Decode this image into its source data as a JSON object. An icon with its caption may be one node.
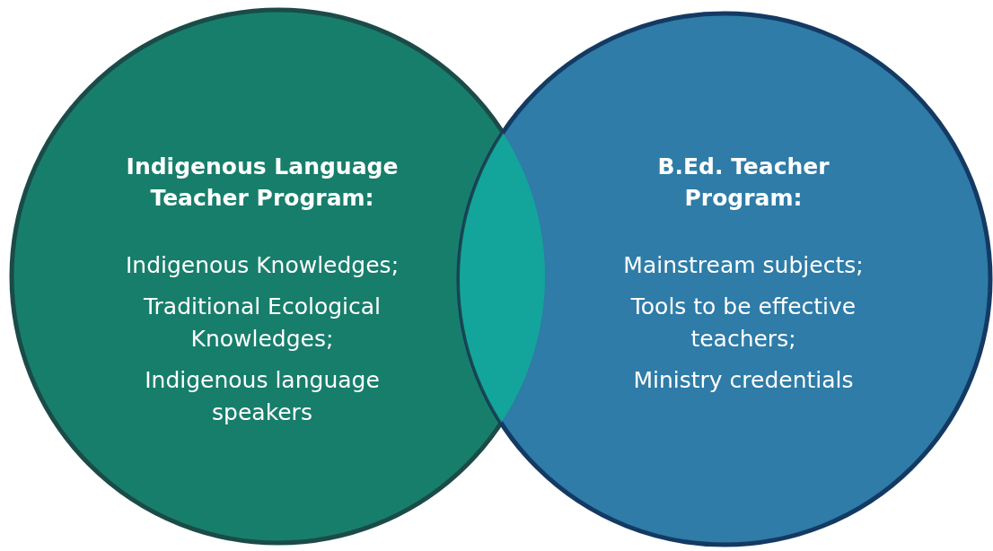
{
  "diagram": {
    "nodes": [
      {
        "text": [
          "Indigenous Language Teacher Program:",
          "Indigenous Knowledges;",
          "Traditional Ecological Knowledges;",
          "Indigenous language speakers"
        ]
      },
      {
        "text": [
          "B.Ed. Teacher Program:",
          "Mainstream subjects;",
          "Tools to be effective teachers;",
          "Ministry credentials"
        ]
      },
      {
        "text": [],
        "shape": "lens"
      }
    ]
  }
}
